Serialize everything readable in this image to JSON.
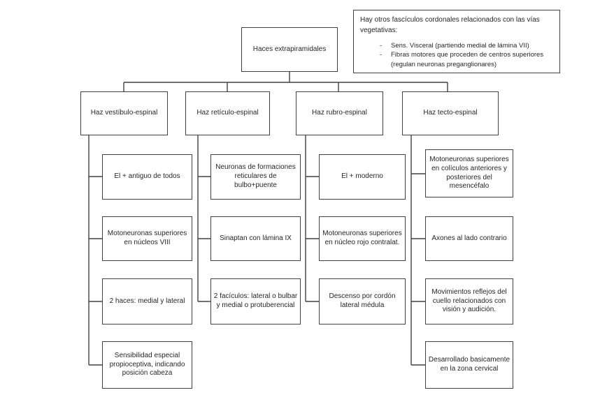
{
  "diagram": {
    "root": {
      "label": "Haces extrapiramidales"
    },
    "note": {
      "title": "Hay otros fascículos cordonales relacionados con las vías vegetativas:",
      "bullet_marker": "-",
      "bullets": [
        "Sens. Visceral (partiendo medial de lámina VII)",
        "Fibras motores que proceden de centros superiores (regulan neuronas preganglionares)"
      ]
    },
    "columns": [
      {
        "header": "Haz vestíbulo-espinal",
        "children": [
          "El + antiguo de todos",
          "Motoneuronas superiores en núcleos VIII",
          "2 haces: medial y lateral",
          "Sensibilidad especial propioceptiva, indicando posición cabeza"
        ]
      },
      {
        "header": "Haz retículo-espinal",
        "children": [
          "Neuronas de formaciones reticulares de bulbo+puente",
          "Sinaptan con lámina IX",
          "2 facículos: lateral o bulbar y medial o protuberencial"
        ]
      },
      {
        "header": "Haz rubro-espinal",
        "children": [
          "El + moderno",
          "Motoneuronas superiores en núcleo rojo contralat.",
          "Descenso por cordón lateral médula"
        ]
      },
      {
        "header": "Haz tecto-espinal",
        "children": [
          "Motoneuronas superiores en colículos anteriores y posteriores del mesencéfalo",
          "Axones al lado contrario",
          "Movimientos reflejos del cuello relacionados con visión y audición.",
          "Desarrollado basicamente en la zona cervical"
        ]
      }
    ],
    "colors": {
      "border": "#404040",
      "text": "#262626",
      "background": "#ffffff"
    }
  }
}
